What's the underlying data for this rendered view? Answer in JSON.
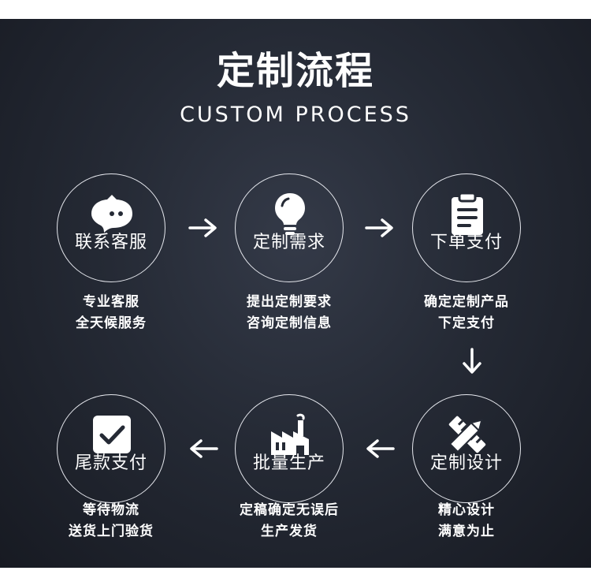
{
  "header": {
    "title": "定制流程",
    "subtitle": "CUSTOM PROCESS"
  },
  "steps": [
    {
      "label": "联系客服",
      "icon": "chat-bubble-icon",
      "desc": [
        "专业客服",
        "全天候服务"
      ]
    },
    {
      "label": "定制需求",
      "icon": "light-bulb-icon",
      "desc": [
        "提出定制要求",
        "咨询定制信息"
      ]
    },
    {
      "label": "下单支付",
      "icon": "clipboard-icon",
      "desc": [
        "确定定制产品",
        "下定支付"
      ]
    },
    {
      "label": "定制设计",
      "icon": "ruler-pencil-icon",
      "desc": [
        "精心设计",
        "满意为止"
      ]
    },
    {
      "label": "批量生产",
      "icon": "factory-icon",
      "desc": [
        "定稿确定无误后",
        "生产发货"
      ]
    },
    {
      "label": "尾款支付",
      "icon": "checked-box-icon",
      "desc": [
        "等待物流",
        "送货上门验货"
      ]
    }
  ],
  "colors": {
    "background": "#252a35",
    "text": "#ffffff",
    "circle_border": "#e6e8ee"
  }
}
